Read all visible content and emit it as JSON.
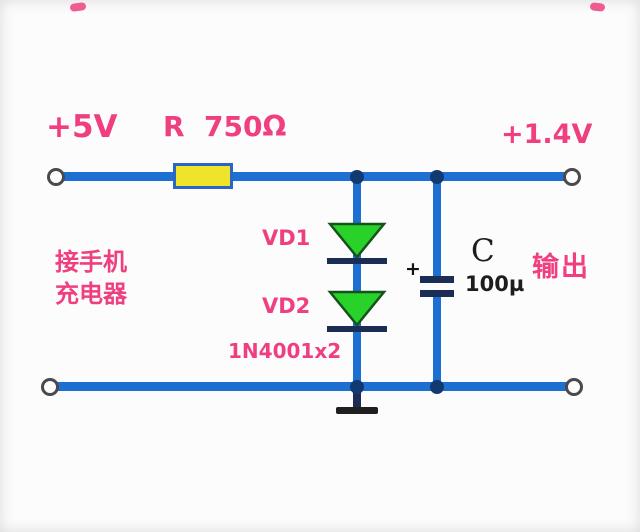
{
  "labels": {
    "input_voltage": "+5V",
    "resistor": "R  750Ω",
    "output_voltage": "+1.4V",
    "diode1": "VD1",
    "diode2": "VD2",
    "diode_part": "1N4001x2",
    "capacitor": "C",
    "capacitor_value": "100µ",
    "capacitor_polarity": "+",
    "left_note_line1": "接手机",
    "left_note_line2": "充电器",
    "output_note": "输出"
  },
  "colors": {
    "wire": "#1e6fd2",
    "resistor_fill": "#efe32b",
    "diode_fill": "#28d228",
    "label_pink": "#ef3f80",
    "label_black": "#1d1d1d",
    "junction": "#123a72",
    "background": "#fcfcfc"
  }
}
